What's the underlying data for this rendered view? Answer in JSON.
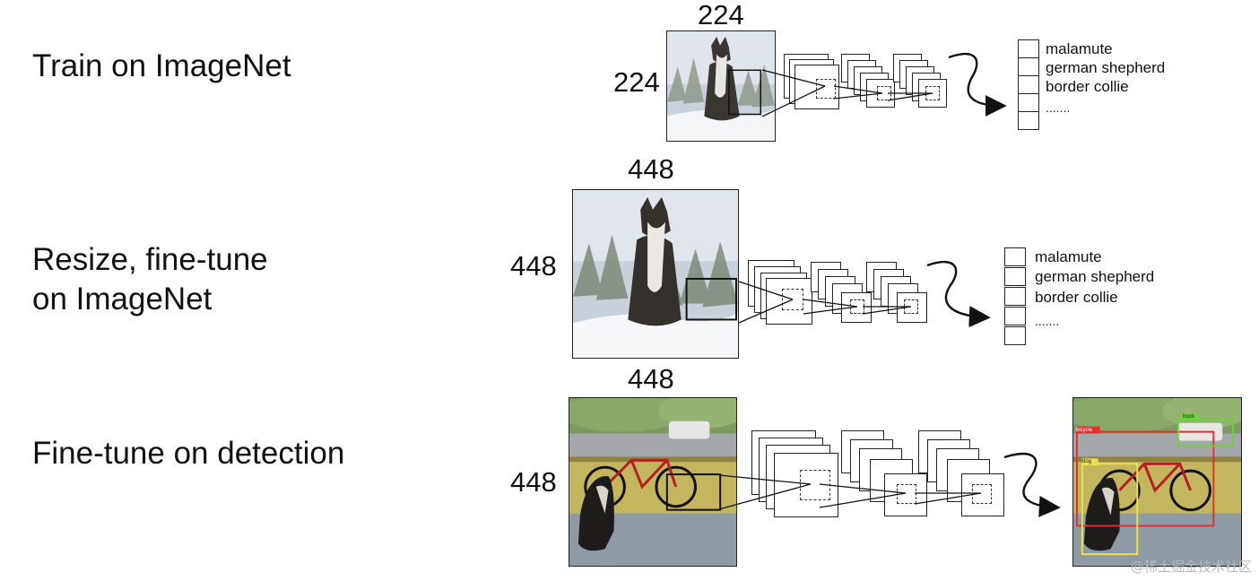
{
  "stages": [
    {
      "label": "Train on ImageNet",
      "input_size_top": "224",
      "input_size_left": "224",
      "outputs": [
        "malamute",
        "german shepherd",
        "border collie",
        "......."
      ]
    },
    {
      "label": "Resize, fine-tune\non ImageNet",
      "input_size_top": "448",
      "input_size_left": "448",
      "outputs": [
        "malamute",
        "german shepherd",
        "border collie",
        "......."
      ]
    },
    {
      "label": "Fine-tune on detection",
      "input_size_top": "448",
      "input_size_left": "448",
      "detections": [
        "bicycle",
        "dog",
        "truck"
      ]
    }
  ],
  "watermark": "@稀土掘金技术社区"
}
